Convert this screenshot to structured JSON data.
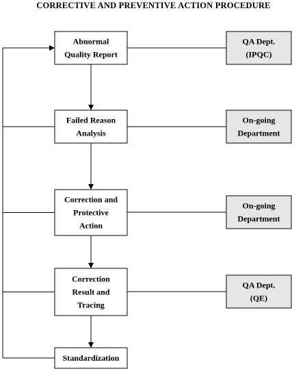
{
  "title": "CORRECTIVE AND PREVENTIVE ACTION PROCEDURE",
  "colors": {
    "line": "#000000",
    "process_fill": "#ffffff",
    "dept_fill": "#e6e6e6"
  },
  "steps": [
    {
      "id": "abnormal-quality-report",
      "lines": [
        "Abnormal",
        "Quality Report"
      ],
      "dept": [
        "QA Dept.",
        "(IPQC)"
      ]
    },
    {
      "id": "failed-reason-analysis",
      "lines": [
        "Failed Reason",
        "Analysis"
      ],
      "dept": [
        "On-going",
        "Department"
      ]
    },
    {
      "id": "correction-and-protective-action",
      "lines": [
        "Correction and",
        "Protective",
        "Action"
      ],
      "dept": [
        "On-going",
        "Department"
      ]
    },
    {
      "id": "correction-result-and-tracing",
      "lines": [
        "Correction",
        "Result and",
        "Tracing"
      ],
      "dept": [
        "QA Dept.",
        "(QE)"
      ]
    },
    {
      "id": "standardization",
      "lines": [
        "Standardization"
      ],
      "dept": []
    }
  ]
}
